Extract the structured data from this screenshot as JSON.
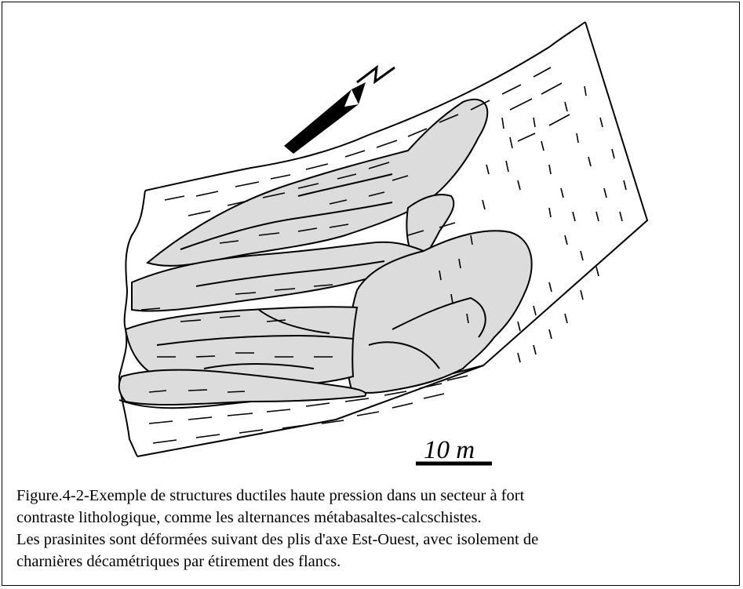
{
  "figure": {
    "scale_label": "10 m",
    "north_label": "N",
    "caption_lines": [
      "Figure.4-2-Exemple de structures ductiles haute pression dans un secteur à fort",
      "contraste lithologique, comme les alternances métabasaltes-calcschistes.",
      "Les prasinites sont déformées suivant des plis d'axe Est-Ouest, avec isolement de",
      "charnières décamétriques par étirement des flancs."
    ]
  },
  "colors": {
    "prasinite_fill": "#dcdcdc",
    "line": "#000000",
    "background": "#ffffff"
  }
}
